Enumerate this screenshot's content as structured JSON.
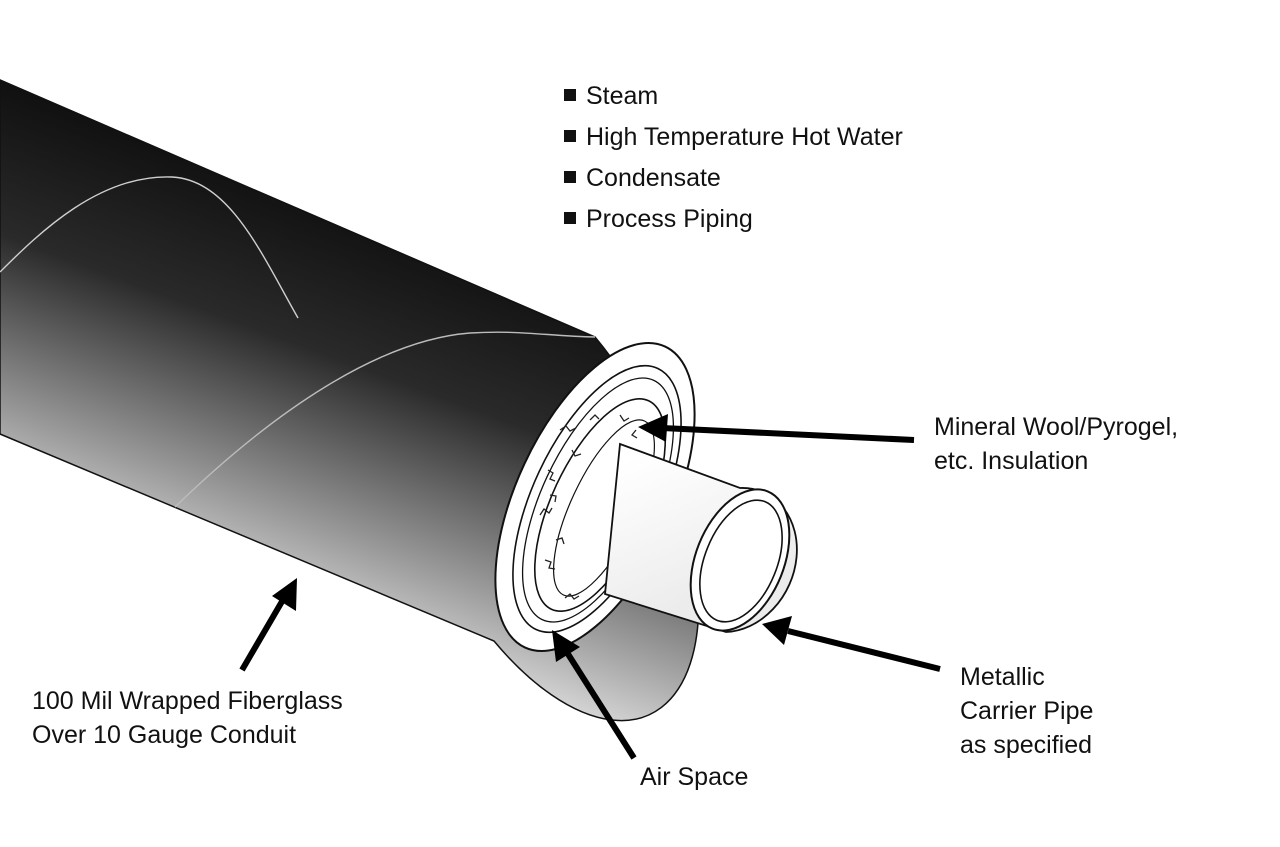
{
  "applications": [
    "Steam",
    "High Temperature Hot Water",
    "Condensate",
    "Process Piping"
  ],
  "labels": {
    "insulation": [
      "Mineral Wool/Pyrogel,",
      "etc. Insulation"
    ],
    "carrier_pipe": [
      "Metallic",
      "Carrier Pipe",
      "as specified"
    ],
    "conduit": [
      "100 Mil Wrapped Fiberglass",
      "Over 10 Gauge Conduit"
    ],
    "air_space": [
      "Air Space"
    ]
  },
  "colors": {
    "ink": "#111111",
    "jacket_dark": "#101010",
    "jacket_light": "#f4f4f4",
    "background": "#ffffff"
  }
}
